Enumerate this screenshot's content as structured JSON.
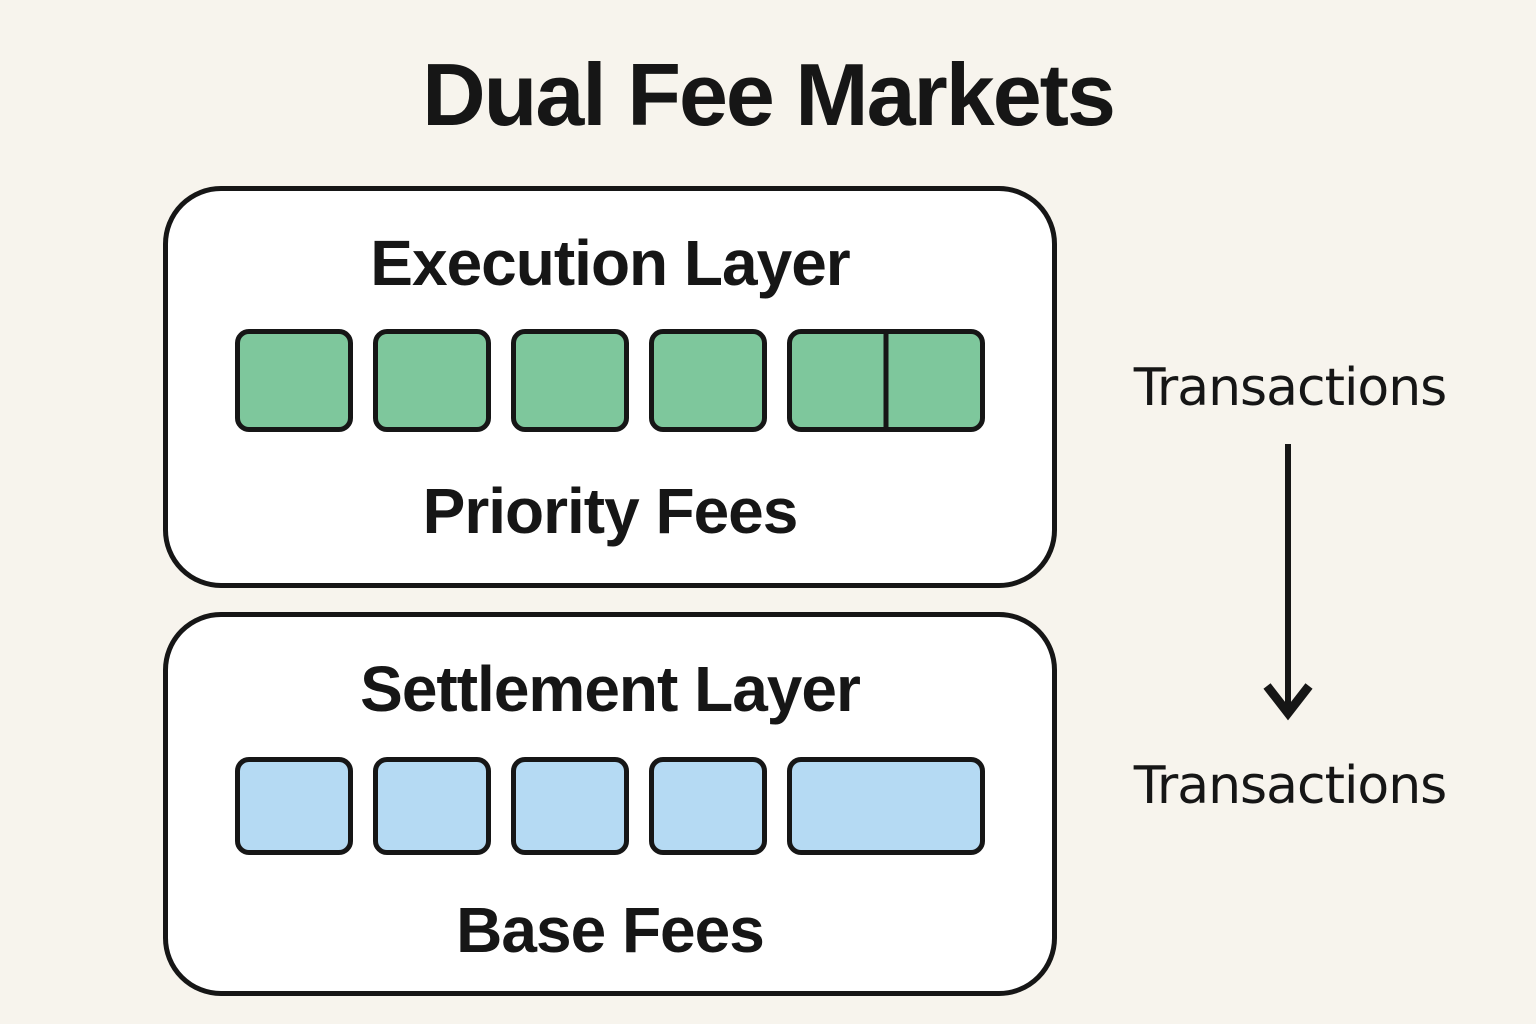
{
  "title": "Dual Fee Markets",
  "colors": {
    "background": "#F7F4ED",
    "panel": "#FFFFFF",
    "stroke": "#161616",
    "green": "#7EC79C",
    "blue": "#B5DAF3"
  },
  "execution_layer": {
    "title": "Execution Layer",
    "fee_label": "Priority Fees",
    "cell_color": "green",
    "cell_name": "execution-transaction-cell",
    "cells": [
      "single",
      "single",
      "single",
      "single",
      "double-split"
    ]
  },
  "settlement_layer": {
    "title": "Settlement Layer",
    "fee_label": "Base Fees",
    "cell_color": "blue",
    "cell_name": "settlement-transaction-cell",
    "cells": [
      "single",
      "single",
      "single",
      "single",
      "wide"
    ]
  },
  "side": {
    "top_label": "Transactions",
    "bottom_label": "Transactions",
    "arrow_direction": "down"
  }
}
